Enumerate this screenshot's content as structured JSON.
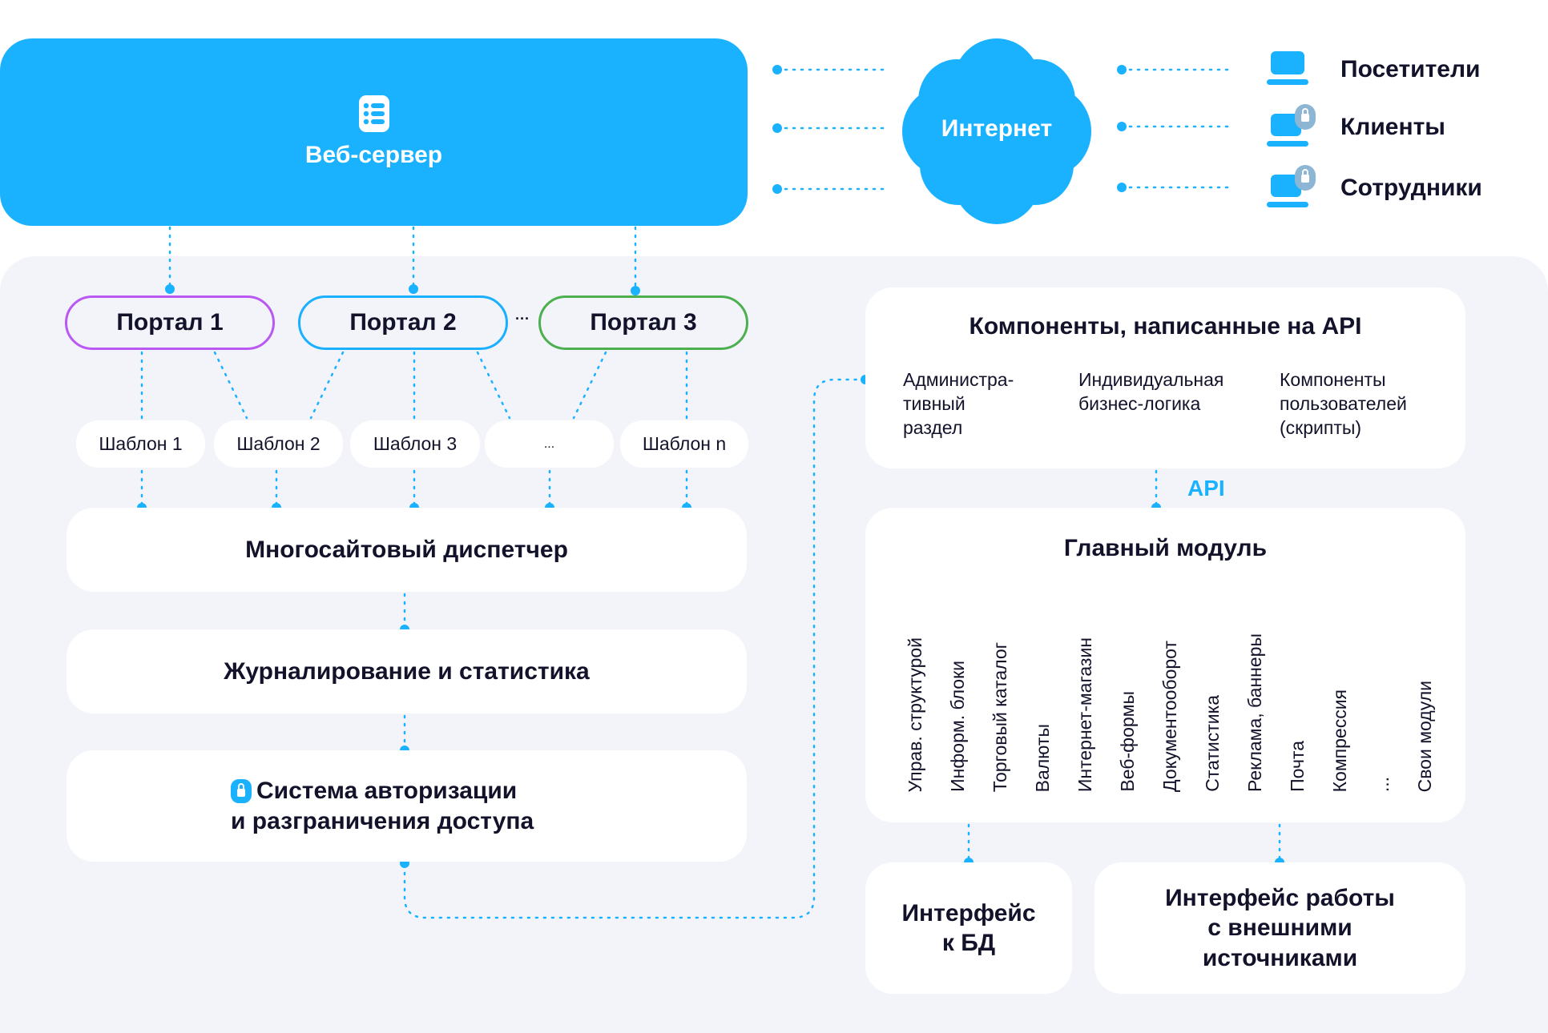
{
  "web_server": {
    "label": "Веб-сервер",
    "icon": "server-icon"
  },
  "internet": {
    "label": "Интернет",
    "icon": "cloud-icon"
  },
  "users": [
    {
      "label": "Посетители",
      "icon": "laptop-icon",
      "locked": false
    },
    {
      "label": "Клиенты",
      "icon": "laptop-lock-icon",
      "locked": true
    },
    {
      "label": "Сотрудники",
      "icon": "laptop-lock-icon",
      "locked": true
    }
  ],
  "portals": [
    {
      "label": "Портал 1",
      "color": "#B958F2"
    },
    {
      "label": "Портал 2",
      "color": "#1AB0FF"
    },
    {
      "label": "Портал 3",
      "color": "#4CAF50"
    }
  ],
  "portal_ellipsis": "···",
  "templates": [
    "Шаблон 1",
    "Шаблон 2",
    "Шаблон 3",
    "...",
    "Шаблон n"
  ],
  "multisite": {
    "label": "Многосайтовый диспетчер"
  },
  "logging": {
    "label": "Журналирование и статистика"
  },
  "auth": {
    "line1": "Система авторизации",
    "line2": "и разграничения доступа",
    "icon": "lock-icon"
  },
  "components": {
    "title": "Компоненты, написанные на API",
    "columns": [
      "Администра-\nтивный\nраздел",
      "Индивидуальная\nбизнес-логика",
      "Компоненты\nпользователей\n(скрипты)"
    ]
  },
  "api_label": "API",
  "main_module": {
    "title": "Главный модуль",
    "modules": [
      "Управ. структурой",
      "Информ. блоки",
      "Торговый каталог",
      "Валюты",
      "Интернет-магазин",
      "Веб-формы",
      "Документооборот",
      "Статистика",
      "Реклама, баннеры",
      "Почта",
      "Компрессия",
      "...",
      "Свои модули"
    ]
  },
  "db_interface": {
    "line1": "Интерфейс",
    "line2": "к БД"
  },
  "external_interface": {
    "line1": "Интерфейс работы",
    "line2": "с внешними",
    "line3": "источниками"
  },
  "colors": {
    "accent": "#1AB2FF",
    "text": "#12122A",
    "panel": "#F2F4F9",
    "lock_badge": "#8DB6D4"
  }
}
